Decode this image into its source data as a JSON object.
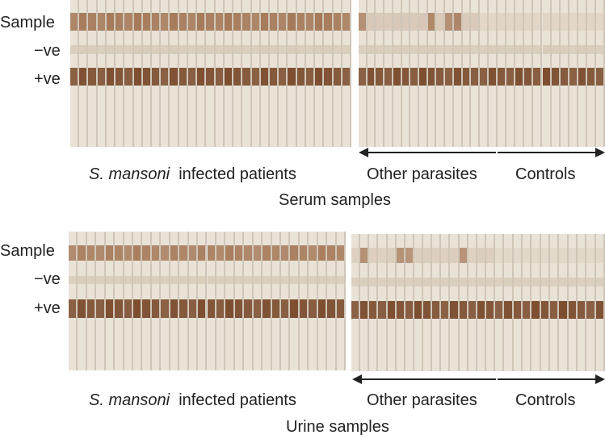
{
  "row_labels": {
    "sample": "Sample",
    "neg": "−ve",
    "pos": "+ve"
  },
  "serum": {
    "infected_italic": "S. mansoni",
    "infected_rest": "infected patients",
    "other": "Other parasites",
    "controls": "Controls",
    "caption": "Serum samples"
  },
  "urine": {
    "infected_italic": "S. mansoni",
    "infected_rest": "infected patients",
    "other": "Other parasites",
    "controls": "Controls",
    "caption": "Urine samples"
  },
  "colors": {
    "strip_bg": "#e9e2d6",
    "strip_edge": "#cfc6b8",
    "pos_band": "#7a4a2c",
    "sample_band": "#9c6b48",
    "neg_band": "#c9b9a2"
  }
}
